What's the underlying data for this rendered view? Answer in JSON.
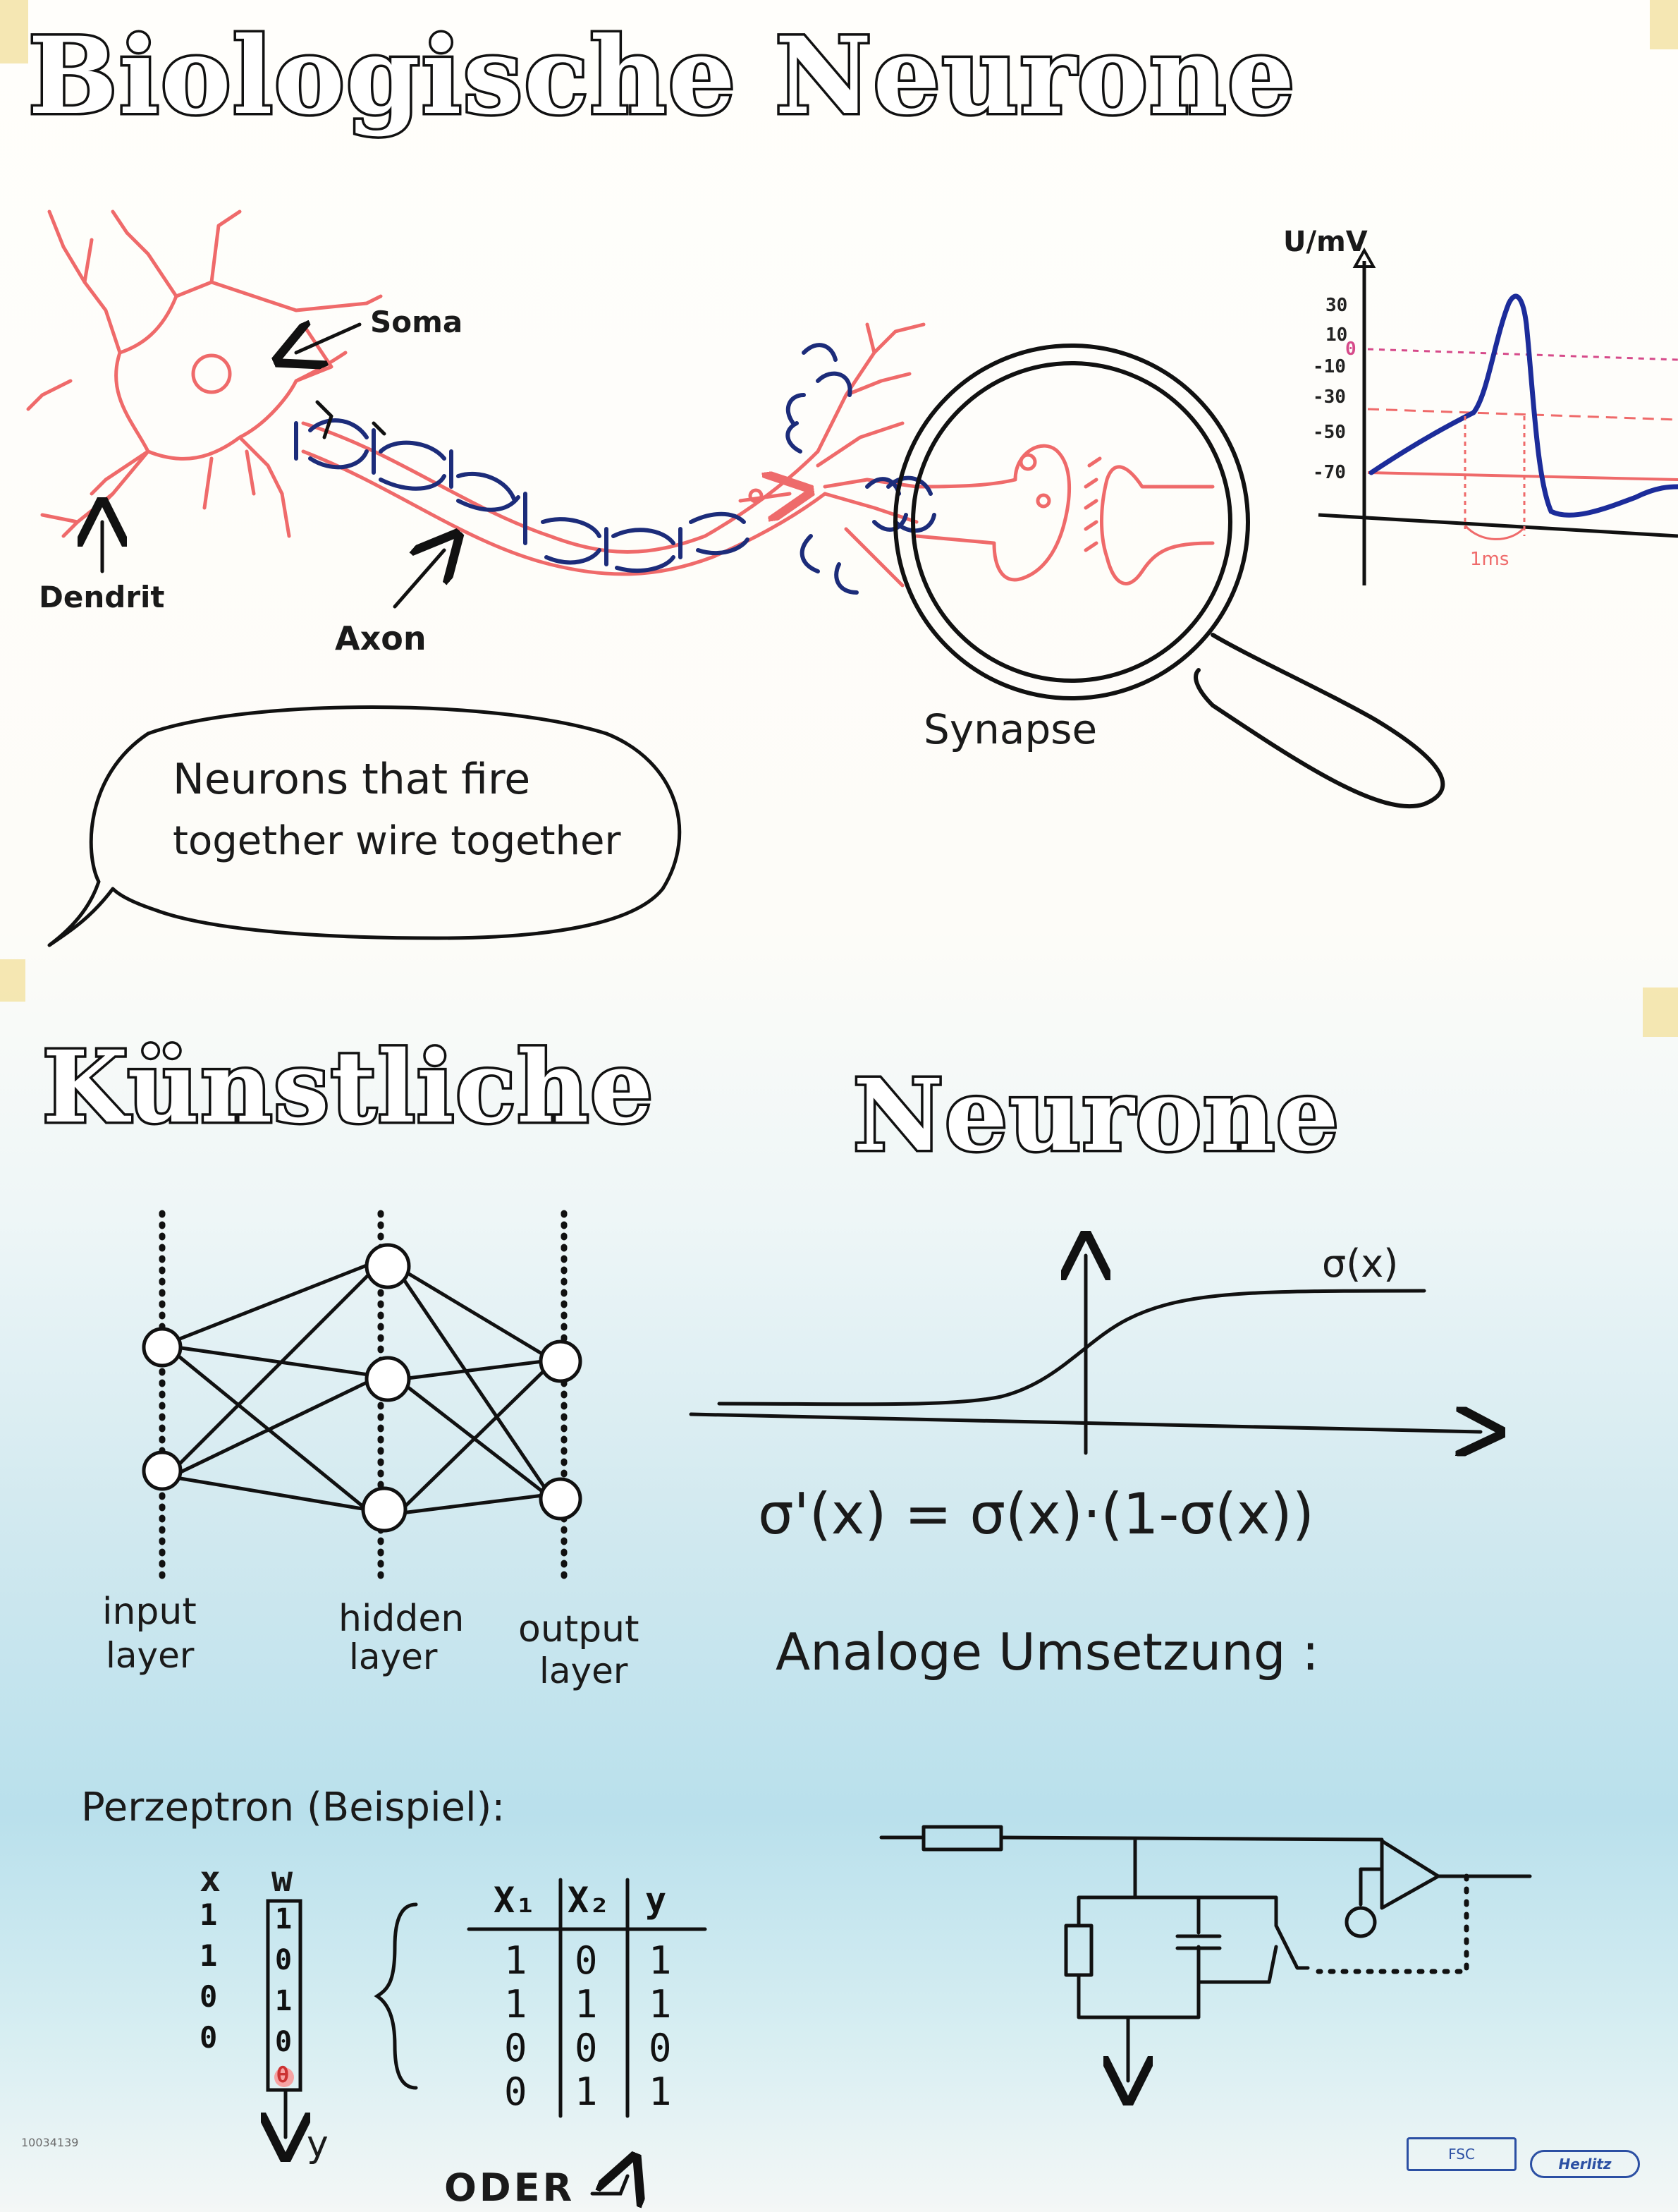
{
  "titles": {
    "top": "Biologische Neurone",
    "artificial_left": "Künstliche",
    "artificial_right": "Neurone"
  },
  "neuron_labels": {
    "soma": "Soma",
    "dendrit": "Dendrit",
    "axon": "Axon",
    "synapse": "Synapse"
  },
  "speech_bubble": {
    "line1": "Neurons that fire",
    "line2": "together wire together"
  },
  "action_potential": {
    "y_label": "U/mV",
    "ticks": [
      "30",
      "10",
      "0",
      "-10",
      "-30",
      "-50",
      "-70"
    ],
    "duration_label": "1ms"
  },
  "network": {
    "input_label_1": "input",
    "input_label_2": "layer",
    "hidden_label_1": "hidden",
    "hidden_label_2": "layer",
    "output_label_1": "output",
    "output_label_2": "layer"
  },
  "sigmoid": {
    "curve_label": "σ(x)",
    "formula": "σ'(x) = σ(x)·(1-σ(x))"
  },
  "analog": {
    "label": "Analoge Umsetzung :"
  },
  "perceptron": {
    "title": "Perzeptron (Beispiel):",
    "x_header": "x",
    "w_header": "w",
    "x_values": [
      "1",
      "1",
      "0",
      "0"
    ],
    "w_values": [
      "1",
      "0",
      "1",
      "0"
    ],
    "theta": "θ",
    "output": "y",
    "table_headers": [
      "X₁",
      "X₂",
      "y"
    ],
    "table_rows": [
      [
        "1",
        "0",
        "1"
      ],
      [
        "1",
        "1",
        "1"
      ],
      [
        "0",
        "0",
        "0"
      ],
      [
        "0",
        "1",
        "1"
      ]
    ],
    "caption": "ODER"
  },
  "footer": {
    "code": "10034139",
    "brand": "Herlitz",
    "fsc": "FSC"
  }
}
